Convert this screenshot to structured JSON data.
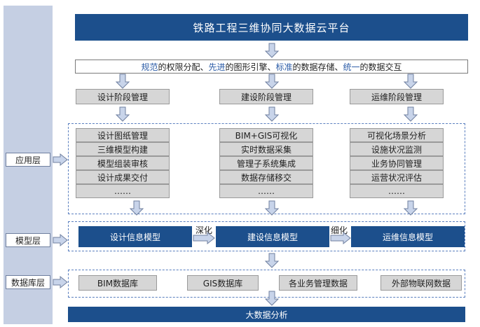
{
  "title": "铁路工程三维协同大数据云平台",
  "principles": {
    "p1_blue": "规范",
    "p1_rest": "的权限分配、",
    "p2_blue": "先进",
    "p2_rest": "的图形引擎、",
    "p3_blue": "标准",
    "p3_rest": "的数据存储、",
    "p4_blue": "统一",
    "p4_rest": "的数据交互"
  },
  "layers": {
    "application": "应用层",
    "model": "模型层",
    "database": "数据库层"
  },
  "stages": [
    "设计阶段管理",
    "建设阶段管理",
    "运维阶段管理"
  ],
  "functions": {
    "design": [
      "设计图纸管理",
      "三维模型构建",
      "模型组装审核",
      "设计成果交付",
      "……"
    ],
    "construction": [
      "BIM+GIS可视化",
      "实时数据采集",
      "管理子系统集成",
      "数据存储移交",
      "……"
    ],
    "operation": [
      "可视化场景分析",
      "设施状况监测",
      "业务协同管理",
      "运营状况评估",
      "……"
    ]
  },
  "models": [
    "设计信息模型",
    "建设信息模型",
    "运维信息模型"
  ],
  "flow_labels": [
    "深化",
    "细化"
  ],
  "databases": [
    "BIM数据库",
    "GIS数据库",
    "各业务管理数据",
    "外部物联网数据"
  ],
  "bottom": "大数据分析",
  "colors": {
    "dark_blue": "#1c4f8c",
    "sidebar": "#c5cfe3",
    "gray_box": "#d6d6d6",
    "dashed_border": "#5a7fbf",
    "arrow_fill": "#c8d4ea",
    "arrow_stroke": "#6f7f9f"
  }
}
